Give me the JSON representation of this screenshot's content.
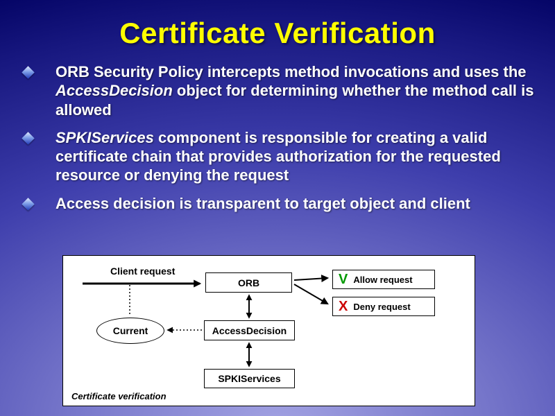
{
  "slide": {
    "title": "Certificate Verification",
    "colors": {
      "title": "#ffff00",
      "body_text": "#ffffff",
      "background_top": "#000066",
      "background_bottom": "#9a9adf",
      "bullet_diamond": "#2038b8"
    },
    "bullets": [
      {
        "pre": "ORB Security Policy intercepts method invocations and uses the ",
        "em": "AccessDecision",
        "post": " object for determining whether the method call is allowed"
      },
      {
        "pre": "",
        "em": "SPKIServices",
        "post": " component is responsible for creating a valid certificate chain that provides authorization for the requested resource or denying the request"
      },
      {
        "pre": "Access decision is transparent to target object and client",
        "em": "",
        "post": ""
      }
    ]
  },
  "diagram": {
    "caption": "Certificate verification",
    "labels": {
      "client_request": "Client request",
      "orb": "ORB",
      "allow_mark": "V",
      "allow": "Allow request",
      "deny_mark": "X",
      "deny": "Deny request",
      "access_decision": "AccessDecision",
      "current": "Current",
      "spki_services": "SPKIServices"
    },
    "colors": {
      "allow_mark": "#009900",
      "deny_mark": "#cc0000"
    }
  }
}
